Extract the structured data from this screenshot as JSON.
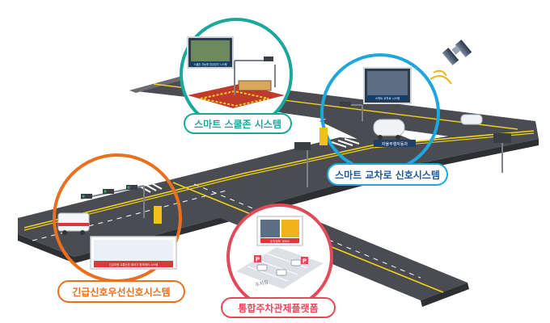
{
  "systems": {
    "school_zone": {
      "title": "스마트 스쿨존 시스템",
      "screen_caption": "스쿨존 지능형 영상검지 시스템",
      "color": "#1aa89a"
    },
    "intersection": {
      "title": "스마트 교차로 신호시스템",
      "screen_caption": "스마트 교차로 시스템",
      "vehicle_tag": "자율주행자동차",
      "color": "#1ea7dc"
    },
    "emergency": {
      "title": "긴급신호우선신호시스템",
      "screen_caption": "긴급차량 교통신호 제어기 원격제어 시스템",
      "color": "#e8701e"
    },
    "parking": {
      "title": "통합주차관제플랫폼",
      "screen_caption": "주차정보 서비스",
      "lot_sign": "P",
      "ground_text": "주차장",
      "color": "#e24a5a"
    }
  },
  "colors": {
    "road": "#4a4c52",
    "lane_yellow": "#f2d21a",
    "lane_white": "#ffffff",
    "zone_red": "#c0392b"
  }
}
